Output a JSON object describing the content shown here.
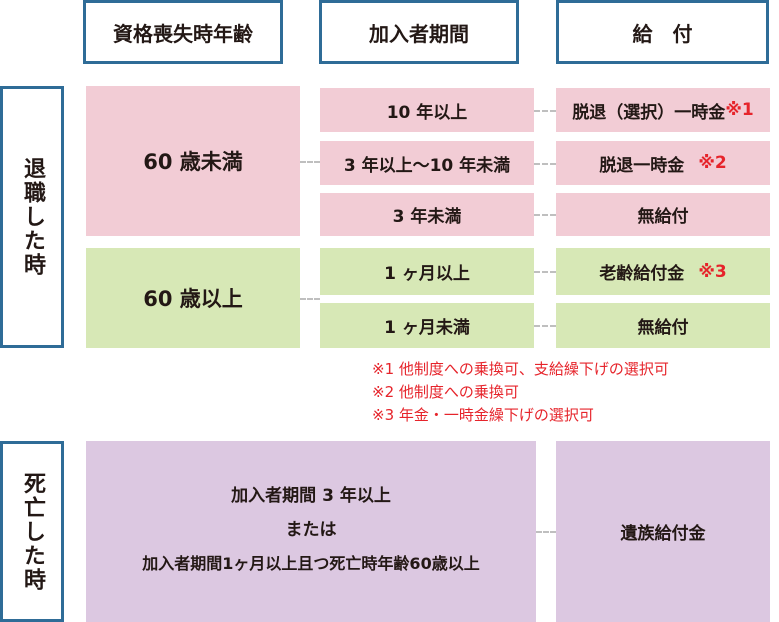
{
  "headers": {
    "age": "資格喪失時年齢",
    "period": "加入者期間",
    "benefit": "給　付"
  },
  "sections": {
    "retire_label": "退職した時",
    "death_label": "死亡した時"
  },
  "retire": {
    "under60": {
      "age_label": "60 歳未満",
      "rows": [
        {
          "period": "10 年以上",
          "benefit": "脱退（選択）一時金",
          "mark": "※1"
        },
        {
          "period": "3 年以上～10 年未満",
          "benefit": "脱退一時金",
          "mark": "※2"
        },
        {
          "period": "3 年未満",
          "benefit": "無給付",
          "mark": ""
        }
      ]
    },
    "over60": {
      "age_label": "60 歳以上",
      "rows": [
        {
          "period": "1 ヶ月以上",
          "benefit": "老齢給付金",
          "mark": "※3"
        },
        {
          "period": "1 ヶ月未満",
          "benefit": "無給付",
          "mark": ""
        }
      ]
    }
  },
  "notes": [
    "※1 他制度への乗換可、支給繰下げの選択可",
    "※2 他制度への乗換可",
    "※3 年金・一時金繰下げの選択可"
  ],
  "death": {
    "condition_line1": "加入者期間 3 年以上",
    "condition_line2": "または",
    "condition_line3": "加入者期間1ヶ月以上且つ死亡時年齢60歳以上",
    "benefit": "遺族給付金"
  },
  "colors": {
    "frame_blue": "#2f6c97",
    "pink": "#f2ccd5",
    "green": "#d7e8b6",
    "purple": "#dcc8e1",
    "red": "#e6242b"
  }
}
